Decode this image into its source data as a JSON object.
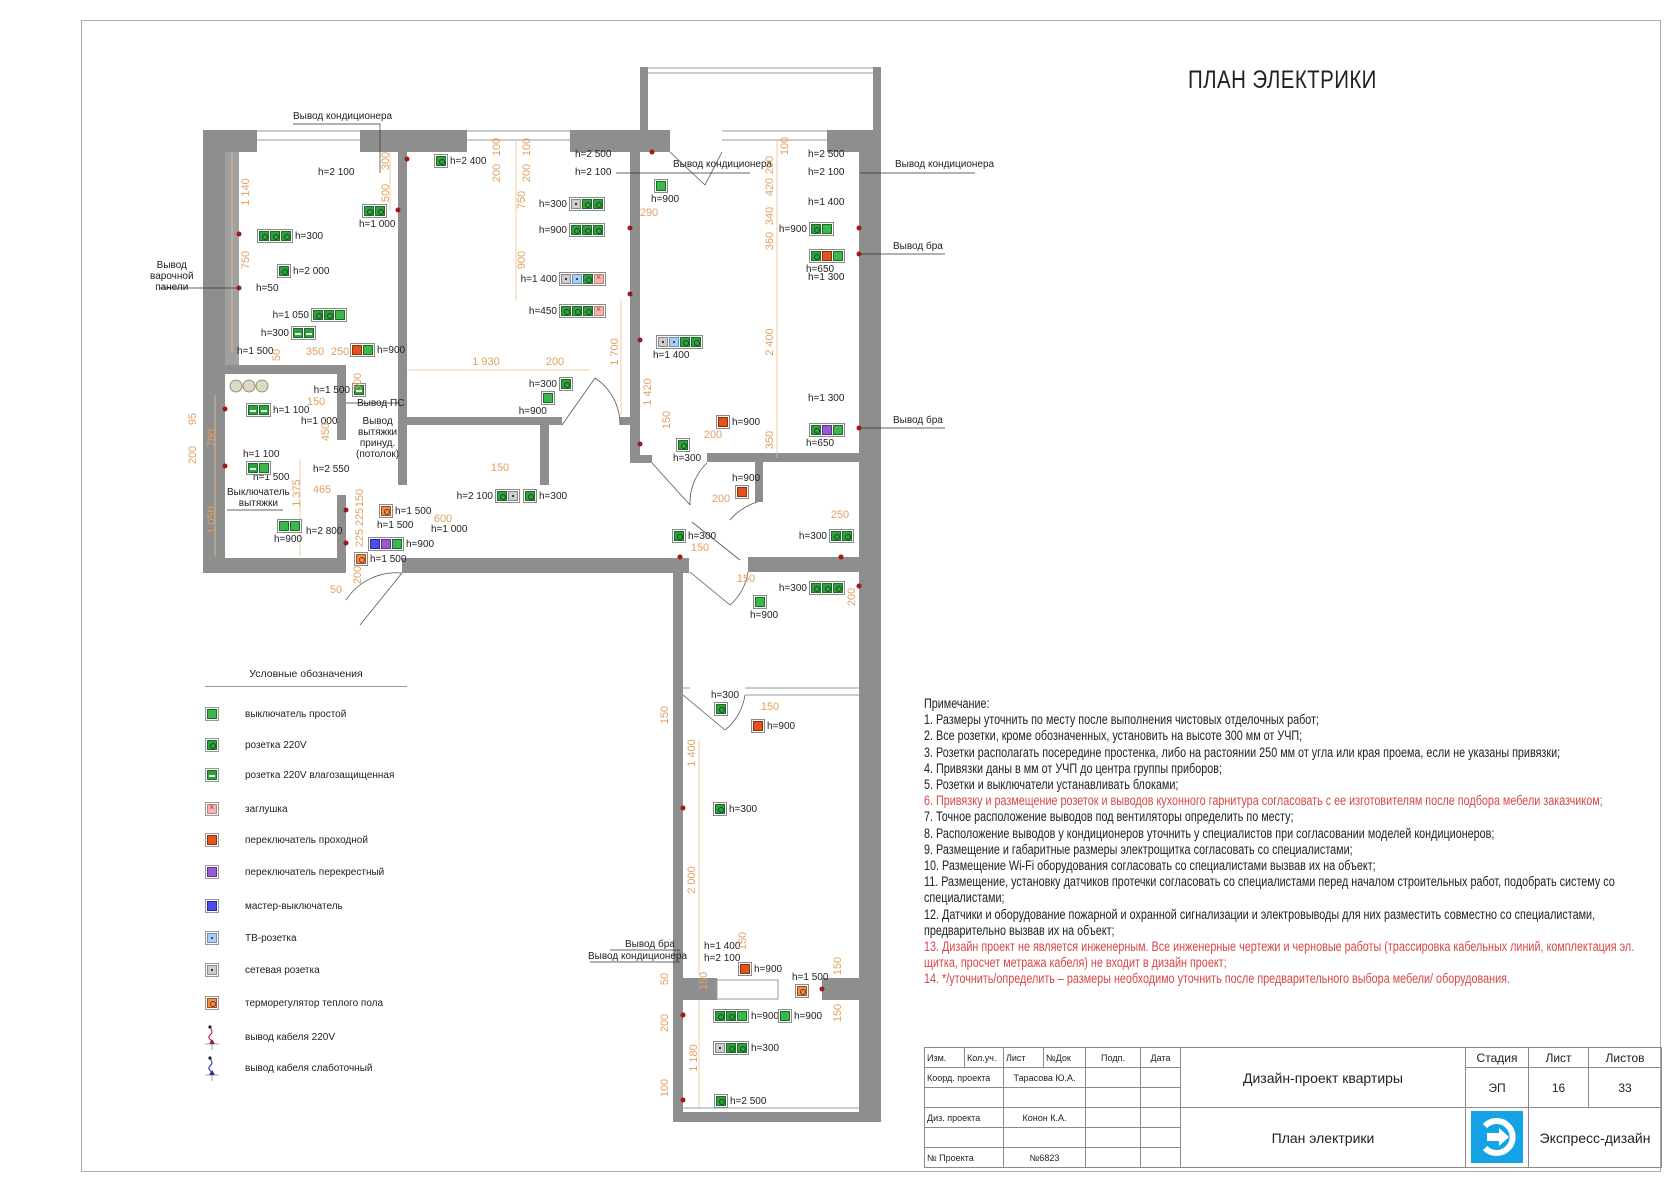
{
  "sheet_title": "ПЛАН ЭЛЕКТРИКИ",
  "plan": {
    "labels": [
      "Вывод кондиционера",
      "Вывод\nварочной\nпанели",
      "h=2 100",
      "h=50",
      "h=1 500",
      "h=2 500",
      "h=2 100",
      "Вывод кондиционера",
      "h=2 500",
      "h=2 100",
      "h=1 400",
      "h=1 300",
      "h=1 300",
      "Вывод кондиционера",
      "Вывод бра",
      "Вывод бра",
      "Вывод ПС",
      "Вывод\nвытяжки\nпринуд.\n(потолок)",
      "h=1 000",
      "h=1 500",
      "h=2 550",
      "Выключатель\nвытяжки",
      "h=2 800",
      "h=1 500",
      "h=1 000",
      "Вывод бра",
      "Вывод кондиционера",
      "h=1 400",
      "h=2 100"
    ],
    "devices": [
      {
        "label": "h=2 400",
        "types": [
          "r"
        ]
      },
      {
        "label": "h=1 000",
        "types": [
          "r",
          "r"
        ]
      },
      {
        "label": "h=300",
        "types": [
          "r",
          "r",
          "r"
        ]
      },
      {
        "label": "h=2 000",
        "types": [
          "r"
        ]
      },
      {
        "label": "h=1 050",
        "types": [
          "r",
          "r",
          "s"
        ]
      },
      {
        "label": "h=300",
        "types": [
          "w",
          "w"
        ]
      },
      {
        "label": "h=900",
        "types": [
          "p",
          "s"
        ]
      },
      {
        "label": "h=300",
        "types": [
          "n",
          "r",
          "r"
        ]
      },
      {
        "label": "h=900",
        "types": [
          "r",
          "r",
          "r"
        ]
      },
      {
        "label": "h=1 400",
        "types": [
          "n",
          "t",
          "r",
          "z"
        ]
      },
      {
        "label": "h=450",
        "types": [
          "r",
          "r",
          "r",
          "z"
        ]
      },
      {
        "label": "h=300",
        "types": [
          "r"
        ]
      },
      {
        "label": "h=900",
        "types": [
          "s"
        ]
      },
      {
        "label": "h=1 500",
        "types": [
          "w"
        ]
      },
      {
        "label": "h=1 100",
        "types": [
          "w",
          "w"
        ]
      },
      {
        "label": "h=1 100",
        "types": [
          "w",
          "s"
        ]
      },
      {
        "label": "h=900",
        "types": [
          "s",
          "s"
        ]
      },
      {
        "label": "h=1 500",
        "types": [
          "h"
        ]
      },
      {
        "label": "h=900",
        "types": [
          "m",
          "c",
          "s"
        ]
      },
      {
        "label": "h=1 500",
        "types": [
          "h"
        ]
      },
      {
        "label": "h=2 100",
        "types": [
          "r",
          "n"
        ]
      },
      {
        "label": "h=300",
        "types": [
          "r"
        ]
      },
      {
        "label": "h=900",
        "types": [
          "s"
        ]
      },
      {
        "label": "h=900",
        "types": [
          "r",
          "s"
        ]
      },
      {
        "label": "h=650",
        "types": [
          "r",
          "p",
          "s"
        ]
      },
      {
        "label": "h=1 400",
        "types": [
          "n",
          "t",
          "r",
          "r"
        ]
      },
      {
        "label": "h=900",
        "types": [
          "p"
        ]
      },
      {
        "label": "h=650",
        "types": [
          "r",
          "c",
          "s"
        ]
      },
      {
        "label": "h=300",
        "types": [
          "r"
        ]
      },
      {
        "label": "h=900",
        "types": [
          "p"
        ]
      },
      {
        "label": "h=300",
        "types": [
          "r"
        ]
      },
      {
        "label": "h=300",
        "types": [
          "r",
          "r"
        ]
      },
      {
        "label": "h=900",
        "types": [
          "s"
        ]
      },
      {
        "label": "h=300",
        "types": [
          "r",
          "r",
          "r"
        ]
      },
      {
        "label": "h=300",
        "types": [
          "r"
        ]
      },
      {
        "label": "h=900",
        "types": [
          "p"
        ]
      },
      {
        "label": "h=300",
        "types": [
          "r"
        ]
      },
      {
        "label": "h=900",
        "types": [
          "p"
        ]
      },
      {
        "label": "h=1 500",
        "types": [
          "h"
        ]
      },
      {
        "label": "h=900",
        "types": [
          "r",
          "r",
          "s"
        ]
      },
      {
        "label": "h=900",
        "types": [
          "s"
        ]
      },
      {
        "label": "h=300",
        "types": [
          "n",
          "r",
          "r"
        ]
      },
      {
        "label": "h=2 500",
        "types": [
          "r"
        ]
      }
    ],
    "dimensions": [
      "1 140",
      "750",
      "300",
      "500",
      "100",
      "200",
      "100",
      "200",
      "750",
      "900",
      "50",
      "350",
      "250",
      "300",
      "1 930",
      "200",
      "1 700",
      "150",
      "450",
      "95",
      "780",
      "200",
      "150",
      "1 050",
      "1 375",
      "465",
      "150",
      "225",
      "225",
      "600",
      "200",
      "50",
      "1 420",
      "150",
      "290",
      "100",
      "200",
      "420",
      "340",
      "360",
      "2 400",
      "350",
      "200",
      "200",
      "150",
      "250",
      "150",
      "200",
      "150",
      "150",
      "1 400",
      "2 000",
      "150",
      "50",
      "150",
      "150",
      "150",
      "200",
      "1 180",
      "100"
    ]
  },
  "legend": {
    "title": "Условные обозначения",
    "items": [
      {
        "type": "s",
        "label": "выключатель простой"
      },
      {
        "type": "r",
        "label": "розетка 220V"
      },
      {
        "type": "w",
        "label": "розетка 220V влагозащищенная"
      },
      {
        "type": "z",
        "label": "заглушка"
      },
      {
        "type": "p",
        "label": "переключатель проходной"
      },
      {
        "type": "c",
        "label": "переключатель перекрестный"
      },
      {
        "type": "m",
        "label": "мастер-выключатель"
      },
      {
        "type": "t",
        "label": "ТВ-розетка"
      },
      {
        "type": "n",
        "label": "сетевая розетка"
      },
      {
        "type": "h",
        "label": "терморегулятор теплого пола"
      },
      {
        "type": "cable-220",
        "label": "вывод кабеля 220V"
      },
      {
        "type": "cable-low",
        "label": "вывод кабеля слаботочный"
      }
    ]
  },
  "notes": {
    "title": "Примечание:",
    "items": [
      {
        "text": "1. Размеры уточнить по месту после выполнения чистовых отделочных работ;",
        "red": false
      },
      {
        "text": "2. Все розетки, кроме обозначенных, установить на высоте 300 мм от УЧП;",
        "red": false
      },
      {
        "text": "3. Розетки располагать посередине простенка, либо на растоянии 250 мм от угла или края проема, если не указаны привязки;",
        "red": false
      },
      {
        "text": "4. Привязки даны в мм от УЧП до центра группы приборов;",
        "red": false
      },
      {
        "text": "5. Розетки и выключатели устанавливать блоками;",
        "red": false
      },
      {
        "text": "6. Привязку и размещение розеток и выводов кухонного гарнитура согласовать с ее изготовителям после подбора мебели заказчиком;",
        "red": true
      },
      {
        "text": "7. Точное расположение выводов под вентиляторы определить по месту;",
        "red": false
      },
      {
        "text": "8. Расположение выводов у кондиционеров уточнить у специалистов при согласовании моделей кондиционеров;",
        "red": false
      },
      {
        "text": "9. Размещение и габаритные размеры электрощитка согласовать со специалистами;",
        "red": false
      },
      {
        "text": "10. Размещение Wi-Fi оборудования согласовать со специалистами вызвав их на объект;",
        "red": false
      },
      {
        "text": "11. Размещение, установку датчиков протечки согласовать со специалистами перед началом строительных работ, подобрать систему со специалистами;",
        "red": false
      },
      {
        "text": "12. Датчики и оборудование пожарной и охранной сигнализации и электровыводы для них разместить совместно со специалистами, предварительно вызвав их на объект;",
        "red": false
      },
      {
        "text": "13. Дизайн проект не является инженерным. Все инженерные чертежи и черновые работы (трассировка кабельных линий, комплектация эл. щитка, просчет метража кабеля) не входит в дизайн проект;",
        "red": true
      },
      {
        "text": "14.  */уточнить/определить – размеры необходимо уточнить после предварительного выбора мебели/ оборудования.",
        "red": true
      }
    ]
  },
  "title_block": {
    "headers": [
      "Изм.",
      "Кол.уч.",
      "Лист",
      "№Док",
      "Подп.",
      "Дата"
    ],
    "coord_label": "Коорд. проекта",
    "coord_name": "Тарасова Ю.А.",
    "designer_label": "Диз. проекта",
    "designer_name": "Конон К.А.",
    "project_no_label": "№ Проекта",
    "project_no": "№6823",
    "project_title": "Дизайн-проект квартиры",
    "sheet_name": "План электрики",
    "stage_label": "Стадия",
    "sheet_label": "Лист",
    "sheets_label": "Листов",
    "stage": "ЭП",
    "sheet": "16",
    "sheets": "33",
    "company": "Экспресс-дизайн",
    "logo_color": "#14a4e6"
  }
}
